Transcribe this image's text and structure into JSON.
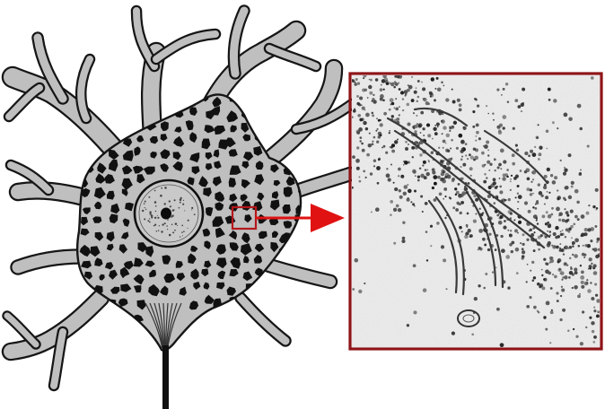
{
  "figure": {
    "kind": "neuron-illustration-with-micrograph-inset",
    "colors": {
      "background": "#ffffff",
      "cell_outline": "#161616",
      "cytoplasm": "#bfbfbf",
      "granules": "#111111",
      "nucleus": "#c9c9c9",
      "nucleolus": "#0c0c0c",
      "axon": "#111111",
      "highlight": "#b3171b",
      "arrow": "#e01212",
      "inset_border": "#8e1418",
      "micrograph_bg": "#ededed"
    },
    "elements": {
      "cell_body": "neuron-soma",
      "nucleus": "cell-nucleus",
      "nucleolus": "nucleolus",
      "axon": "axon",
      "dendrites": "dendrite-branches",
      "highlight_box": "zoom-region-box",
      "arrow": "zoom-arrow",
      "inset": "electron-micrograph-inset"
    }
  }
}
